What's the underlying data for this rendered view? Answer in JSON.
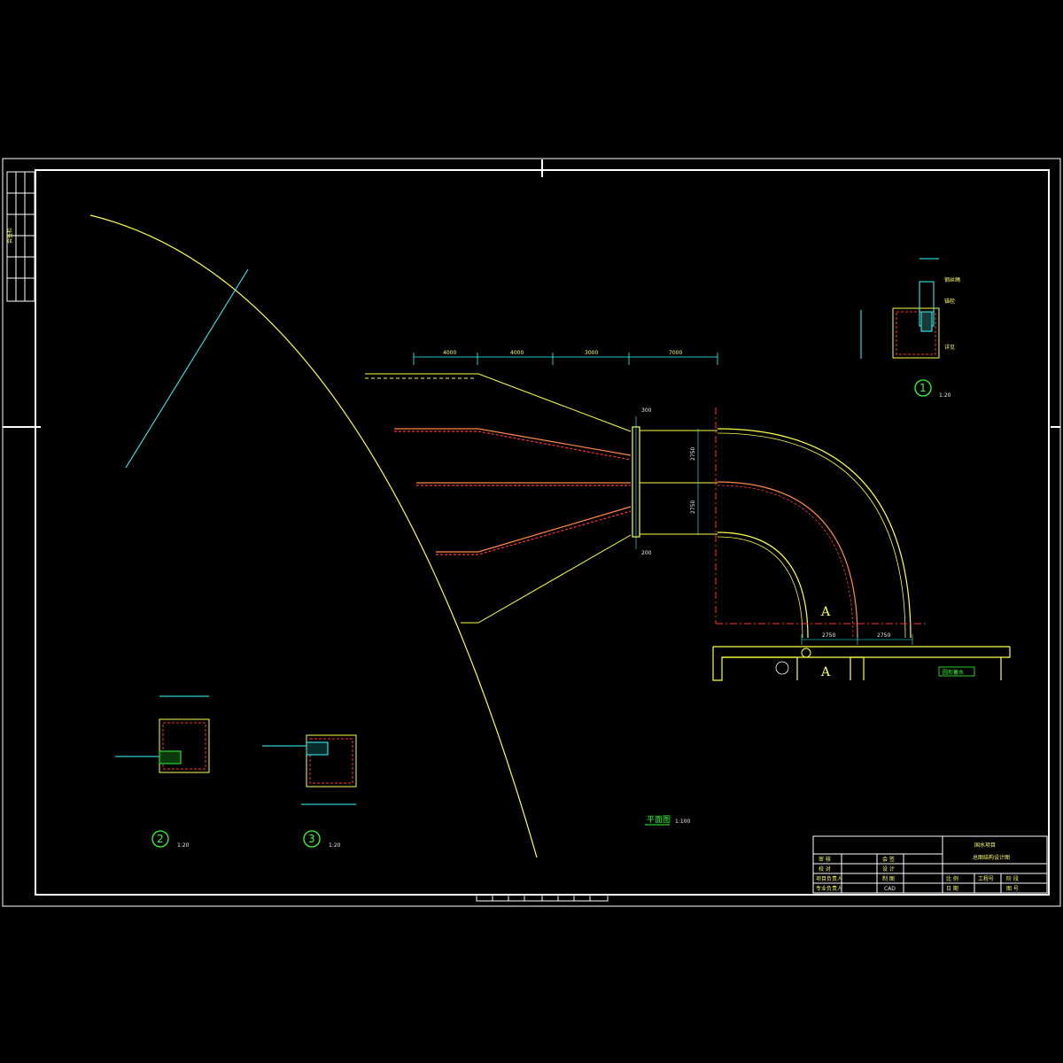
{
  "drawing": {
    "background": "#000000",
    "colors": {
      "frame": "#ffffff",
      "yellow": "#ffff44",
      "orange": "#ff8844",
      "red": "#ff3333",
      "green": "#33ff33",
      "cyan": "#33ffff"
    },
    "dims_top": [
      "4000",
      "4000",
      "3000",
      "7000"
    ],
    "plan_title": "平面图",
    "plan_scale": "1:100",
    "section_mark": "A",
    "label_right": "圆形蓄水",
    "detail1": {
      "num": "1",
      "scale": "1:20"
    },
    "detail2": {
      "num": "2",
      "scale": "1:20"
    },
    "detail3": {
      "num": "3",
      "scale": "1:20"
    }
  },
  "title_block": {
    "project_line1": "国水项目",
    "project_line2": "总图结构设计图",
    "row_labels": [
      "审 核",
      "校 对",
      "项目负责人",
      "专业负责人"
    ],
    "mid_labels": [
      "会 签",
      "设 计",
      "制 图",
      "CAD"
    ],
    "right_labels": [
      "比 例",
      "日 期",
      "图 号"
    ],
    "right_labels2": [
      "工程号",
      "阶 段"
    ]
  },
  "side_strip": {
    "label": "会签栏"
  }
}
